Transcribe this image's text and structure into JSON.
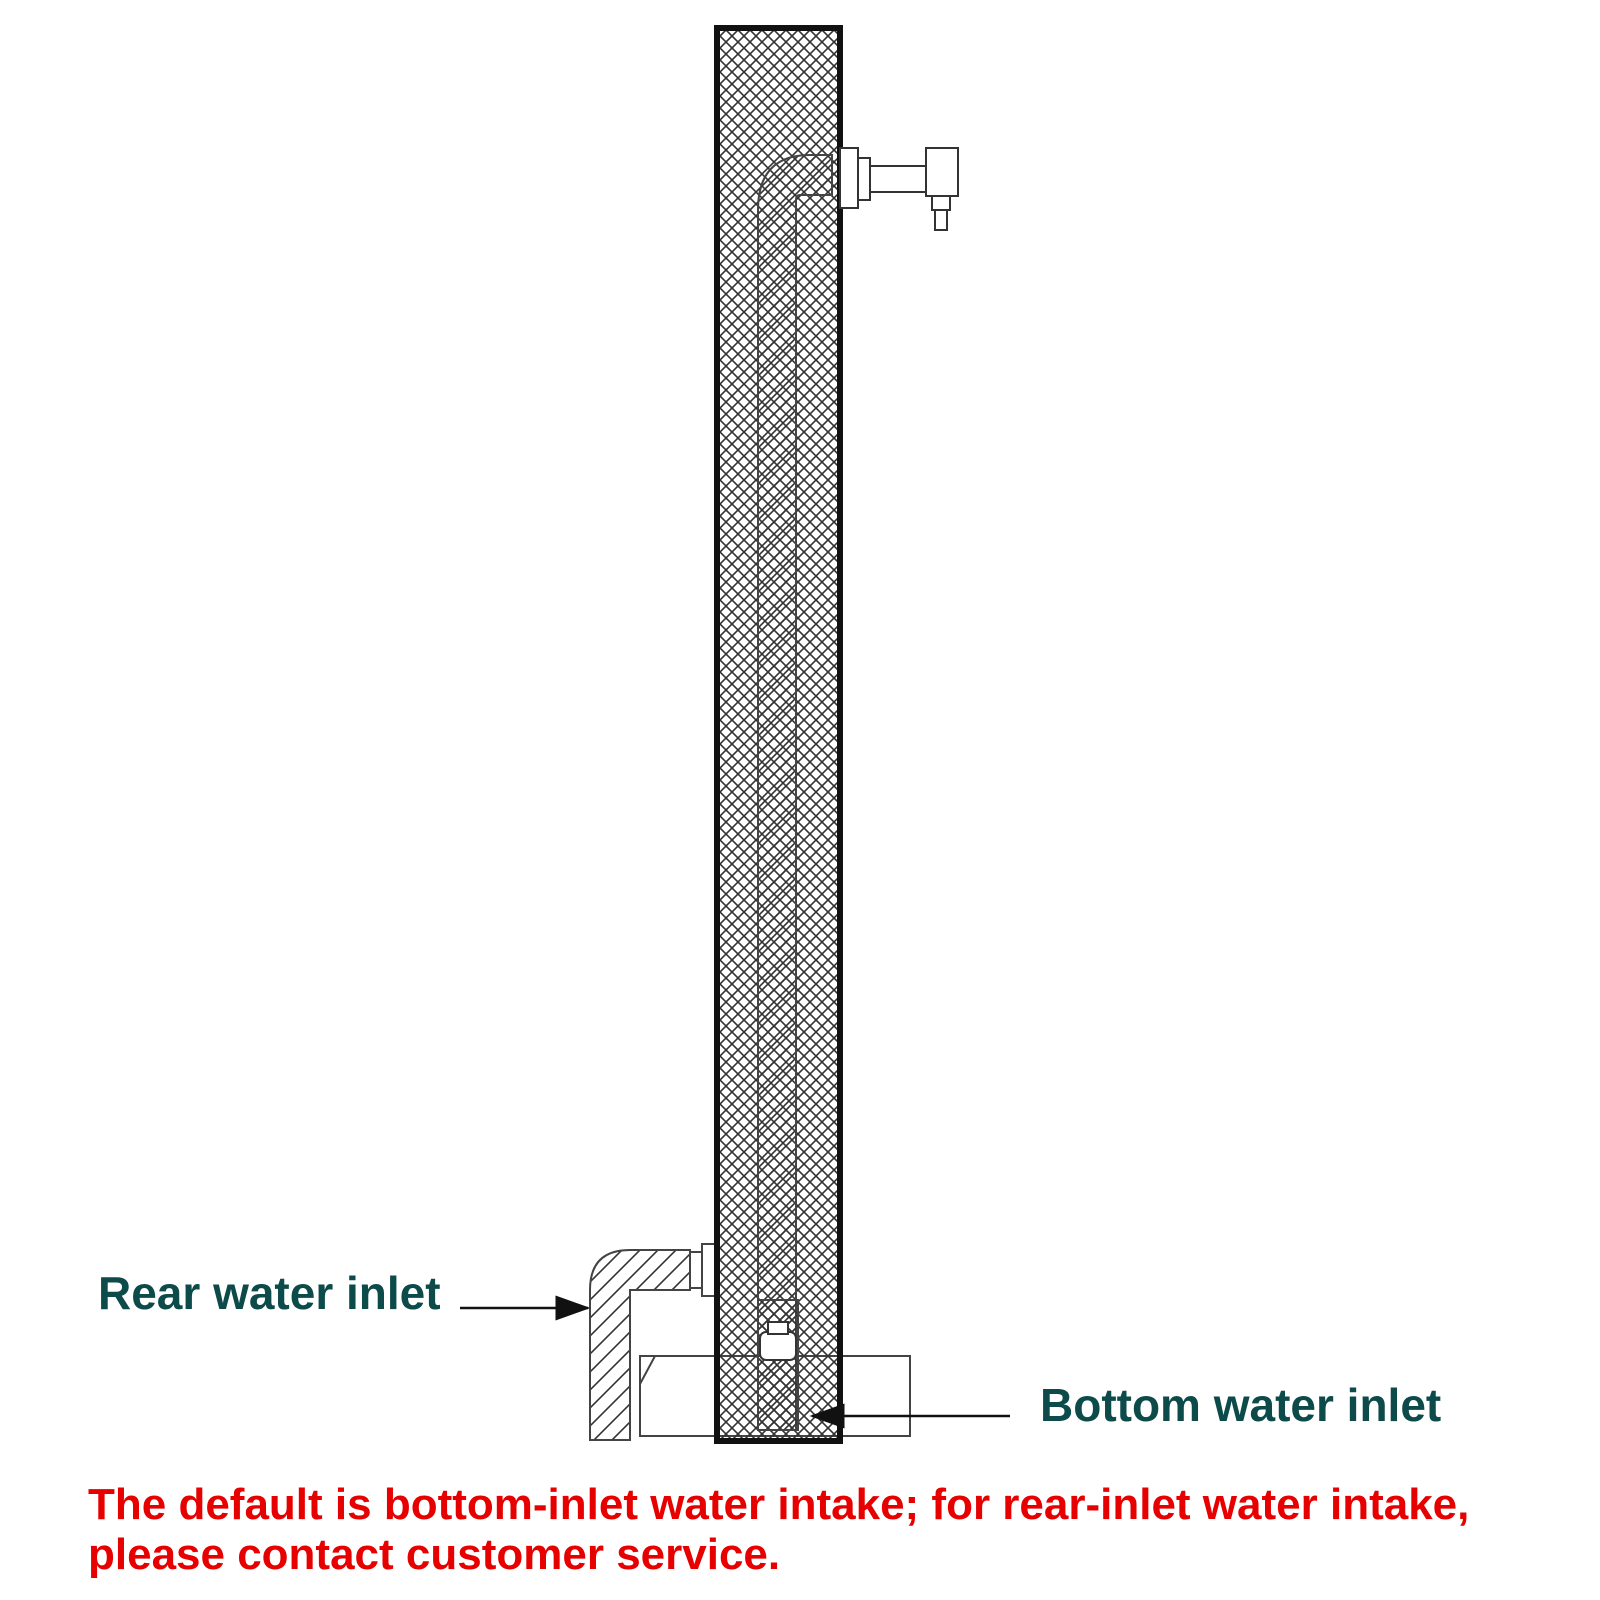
{
  "labels": {
    "rear_inlet": "Rear water inlet",
    "bottom_inlet": "Bottom water inlet"
  },
  "note": {
    "line1": "The default is bottom-inlet water intake; for rear-inlet water intake,",
    "line2": "please contact customer service."
  },
  "colors": {
    "label_text": "#0d4a4a",
    "note_text": "#e60000",
    "outline": "#111111",
    "hatch": "#333333"
  }
}
